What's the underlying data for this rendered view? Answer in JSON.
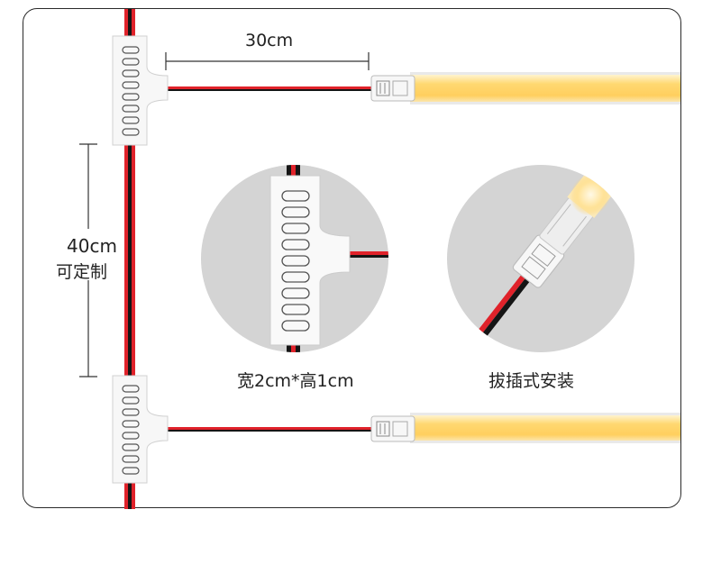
{
  "labels": {
    "spacing_horizontal": "30cm",
    "spacing_vertical": "40cm",
    "spacing_vertical_note": "可定制",
    "connector_size": "宽2cm*高1cm",
    "install_method": "拔插式安装"
  },
  "colors": {
    "wire_red": "#e0222a",
    "wire_black": "#151515",
    "led_yellow": "#ffd36a",
    "led_light": "#fff3cf",
    "connector_white": "#f7f7f7",
    "circle_gray": "#d4d4d4",
    "frame": "#2a2a2a"
  }
}
